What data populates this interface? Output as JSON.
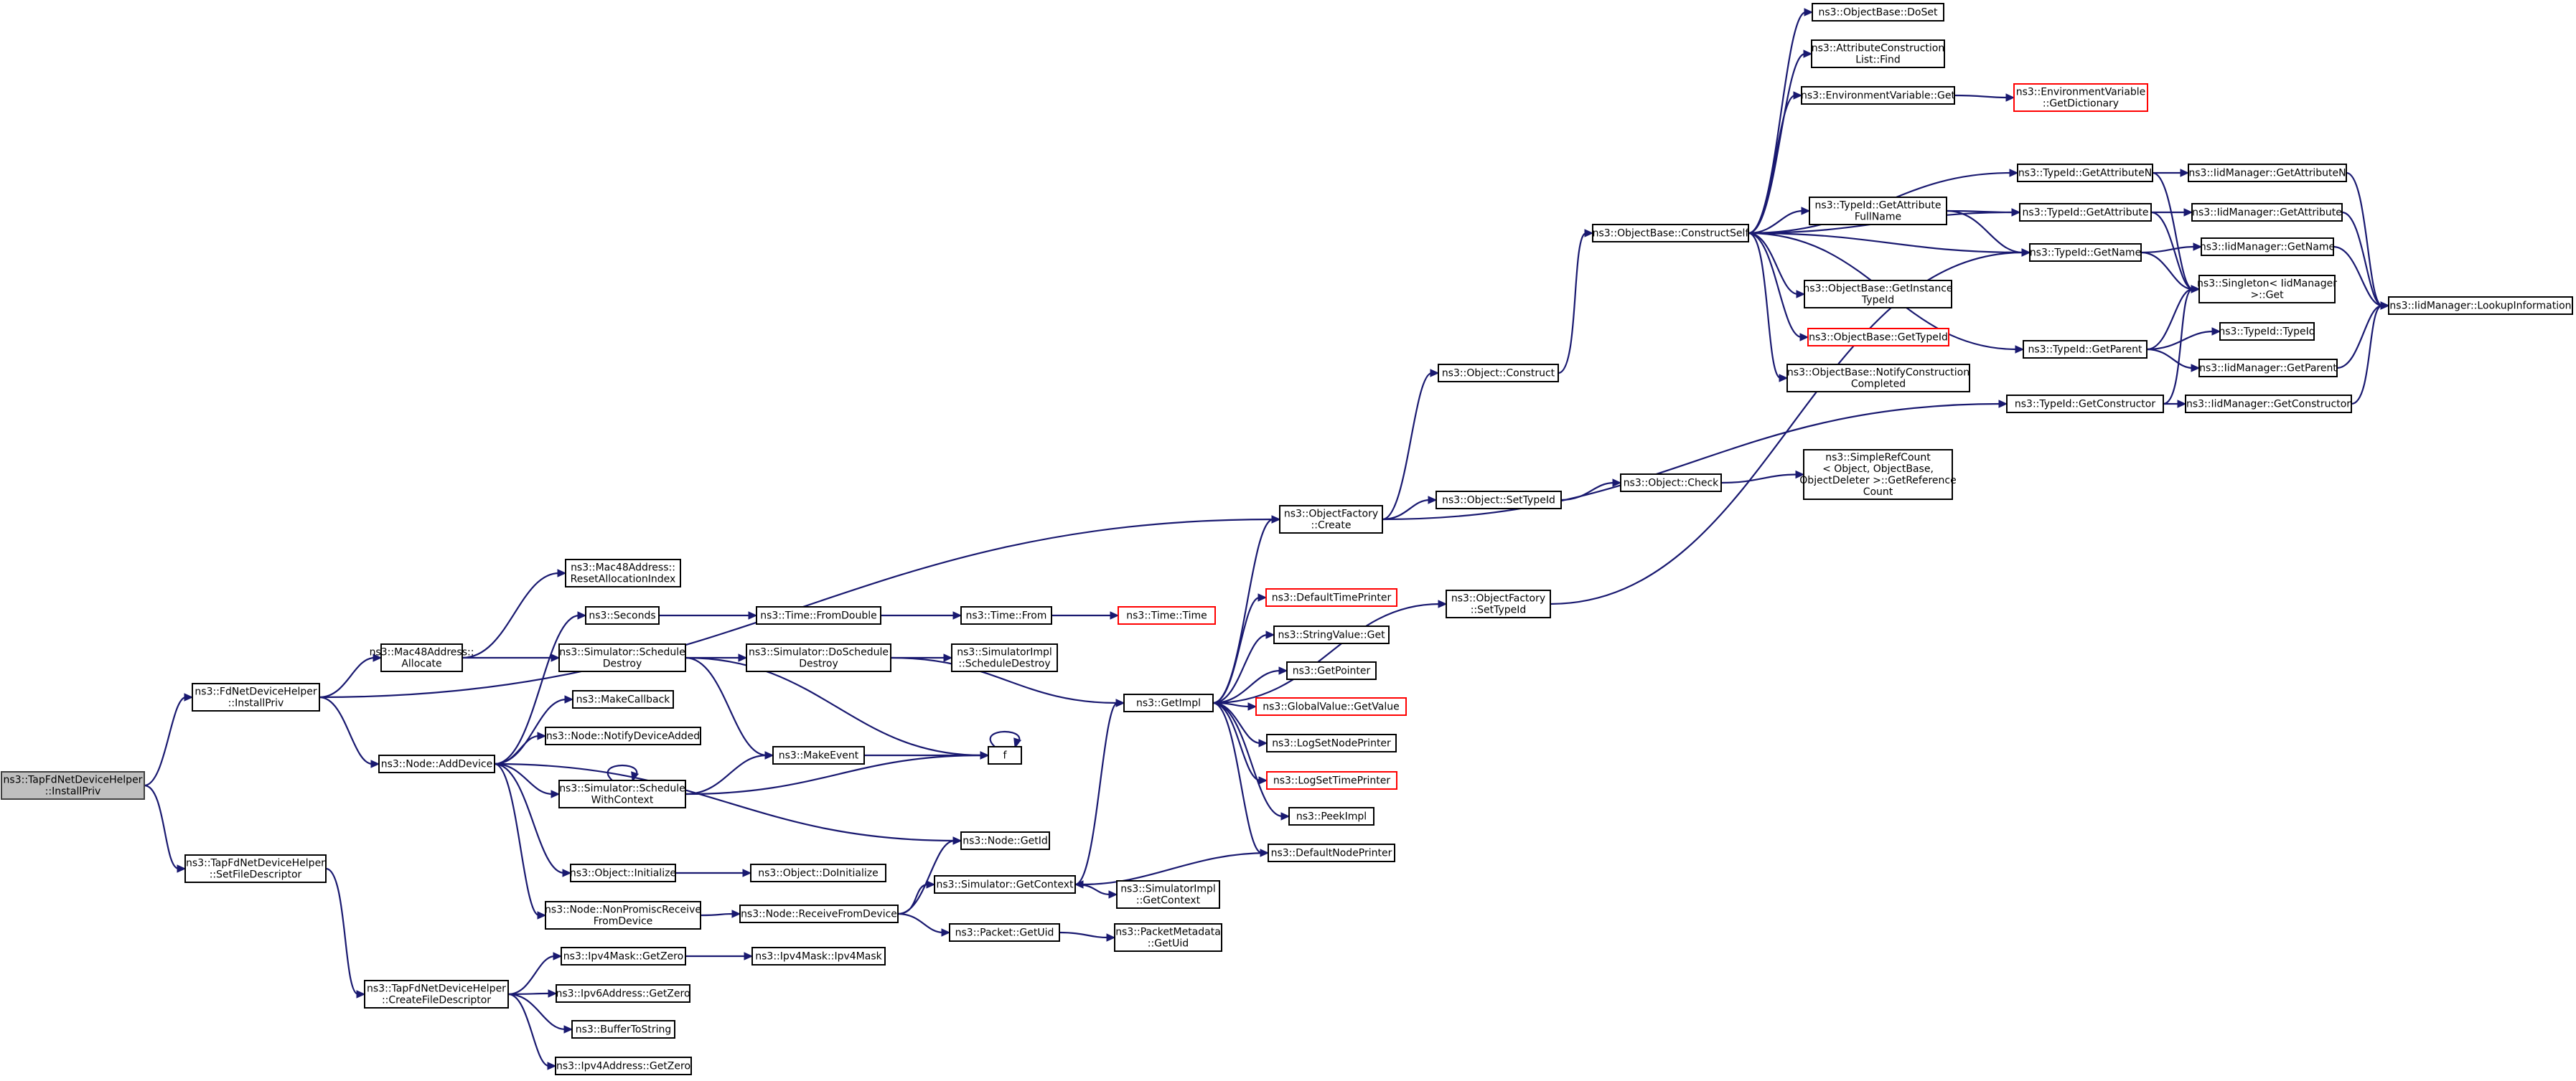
{
  "colors": {
    "edge": "#191970",
    "root_fill": "#bfbfbf",
    "truncated_border": "#ff0000",
    "node_border": "#000000",
    "background": "#ffffff"
  },
  "nodes": [
    {
      "id": "root",
      "lines": [
        "ns3::TapFdNetDeviceHelper",
        "::InstallPriv"
      ],
      "kind": "root"
    },
    {
      "id": "fd_install",
      "lines": [
        "ns3::FdNetDeviceHelper",
        "::InstallPriv"
      ]
    },
    {
      "id": "tap_setfd",
      "lines": [
        "ns3::TapFdNetDeviceHelper",
        "::SetFileDescriptor"
      ]
    },
    {
      "id": "tap_createfd",
      "lines": [
        "ns3::TapFdNetDeviceHelper",
        "::CreateFileDescriptor"
      ]
    },
    {
      "id": "mac_alloc",
      "lines": [
        "ns3::Mac48Address::",
        "Allocate"
      ]
    },
    {
      "id": "node_adddev",
      "lines": [
        "ns3::Node::AddDevice"
      ]
    },
    {
      "id": "mac_reset",
      "lines": [
        "ns3::Mac48Address::",
        "ResetAllocationIndex"
      ]
    },
    {
      "id": "seconds",
      "lines": [
        "ns3::Seconds"
      ]
    },
    {
      "id": "sim_sched_destroy",
      "lines": [
        "ns3::Simulator::Schedule",
        "Destroy"
      ]
    },
    {
      "id": "makecallback",
      "lines": [
        "ns3::MakeCallback"
      ]
    },
    {
      "id": "notify_dev_added",
      "lines": [
        "ns3::Node::NotifyDeviceAdded"
      ]
    },
    {
      "id": "sched_ctx",
      "lines": [
        "ns3::Simulator::Schedule",
        "WithContext"
      ]
    },
    {
      "id": "obj_init",
      "lines": [
        "ns3::Object::Initialize"
      ]
    },
    {
      "id": "nonpromisc",
      "lines": [
        "ns3::Node::NonPromiscReceive",
        "FromDevice"
      ]
    },
    {
      "id": "ipv4mask_zero",
      "lines": [
        "ns3::Ipv4Mask::GetZero"
      ]
    },
    {
      "id": "ipv6_zero",
      "lines": [
        "ns3::Ipv6Address::GetZero"
      ]
    },
    {
      "id": "buf2str",
      "lines": [
        "ns3::BufferToString"
      ]
    },
    {
      "id": "ipv4addr_zero",
      "lines": [
        "ns3::Ipv4Address::GetZero"
      ]
    },
    {
      "id": "time_fromdouble",
      "lines": [
        "ns3::Time::FromDouble"
      ]
    },
    {
      "id": "sim_doschedule",
      "lines": [
        "ns3::Simulator::DoSchedule",
        "Destroy"
      ]
    },
    {
      "id": "makeevent",
      "lines": [
        "ns3::MakeEvent"
      ]
    },
    {
      "id": "obj_doinit",
      "lines": [
        "ns3::Object::DoInitialize"
      ]
    },
    {
      "id": "node_recv",
      "lines": [
        "ns3::Node::ReceiveFromDevice"
      ]
    },
    {
      "id": "ipv4mask_ctor",
      "lines": [
        "ns3::Ipv4Mask::Ipv4Mask"
      ]
    },
    {
      "id": "time_from",
      "lines": [
        "ns3::Time::From"
      ]
    },
    {
      "id": "simimpl_destroy",
      "lines": [
        "ns3::SimulatorImpl",
        "::ScheduleDestroy"
      ]
    },
    {
      "id": "f",
      "lines": [
        "f"
      ]
    },
    {
      "id": "node_getid",
      "lines": [
        "ns3::Node::GetId"
      ]
    },
    {
      "id": "sim_getctx",
      "lines": [
        "ns3::Simulator::GetContext"
      ]
    },
    {
      "id": "packet_uid",
      "lines": [
        "ns3::Packet::GetUid"
      ]
    },
    {
      "id": "time_time",
      "lines": [
        "ns3::Time::Time"
      ],
      "kind": "truncated"
    },
    {
      "id": "getimpl",
      "lines": [
        "ns3::GetImpl"
      ]
    },
    {
      "id": "simimpl_getctx",
      "lines": [
        "ns3::SimulatorImpl",
        "::GetContext"
      ]
    },
    {
      "id": "pktmeta_uid",
      "lines": [
        "ns3::PacketMetadata",
        "::GetUid"
      ]
    },
    {
      "id": "objfactory_create",
      "lines": [
        "ns3::ObjectFactory",
        "::Create"
      ]
    },
    {
      "id": "def_time_printer",
      "lines": [
        "ns3::DefaultTimePrinter"
      ],
      "kind": "truncated"
    },
    {
      "id": "stringvalue_get",
      "lines": [
        "ns3::StringValue::Get"
      ]
    },
    {
      "id": "getpointer",
      "lines": [
        "ns3::GetPointer"
      ]
    },
    {
      "id": "globalvalue_get",
      "lines": [
        "ns3::GlobalValue::GetValue"
      ],
      "kind": "truncated"
    },
    {
      "id": "logset_node",
      "lines": [
        "ns3::LogSetNodePrinter"
      ]
    },
    {
      "id": "logset_time",
      "lines": [
        "ns3::LogSetTimePrinter"
      ],
      "kind": "truncated"
    },
    {
      "id": "peekimpl",
      "lines": [
        "ns3::PeekImpl"
      ]
    },
    {
      "id": "def_node_printer",
      "lines": [
        "ns3::DefaultNodePrinter"
      ]
    },
    {
      "id": "obj_construct",
      "lines": [
        "ns3::Object::Construct"
      ]
    },
    {
      "id": "obj_settypeid",
      "lines": [
        "ns3::Object::SetTypeId"
      ]
    },
    {
      "id": "objfactory_settypeid",
      "lines": [
        "ns3::ObjectFactory",
        "::SetTypeId"
      ]
    },
    {
      "id": "construct_self",
      "lines": [
        "ns3::ObjectBase::ConstructSelf"
      ]
    },
    {
      "id": "obj_check",
      "lines": [
        "ns3::Object::Check"
      ]
    },
    {
      "id": "obj_doset",
      "lines": [
        "ns3::ObjectBase::DoSet"
      ]
    },
    {
      "id": "attr_find",
      "lines": [
        "ns3::AttributeConstruction",
        "List::Find"
      ]
    },
    {
      "id": "envvar_get",
      "lines": [
        "ns3::EnvironmentVariable::Get"
      ]
    },
    {
      "id": "typeid_getattrfull",
      "lines": [
        "ns3::TypeId::GetAttribute",
        "FullName"
      ]
    },
    {
      "id": "objbase_getinst",
      "lines": [
        "ns3::ObjectBase::GetInstance",
        "TypeId"
      ]
    },
    {
      "id": "objbase_gettypeid",
      "lines": [
        "ns3::ObjectBase::GetTypeId"
      ],
      "kind": "truncated"
    },
    {
      "id": "objbase_notify",
      "lines": [
        "ns3::ObjectBase::NotifyConstruction",
        "Completed"
      ]
    },
    {
      "id": "simplerefcount",
      "lines": [
        "ns3::SimpleRefCount",
        "< Object, ObjectBase,",
        "ObjectDeleter >::GetReference",
        "Count"
      ]
    },
    {
      "id": "envvar_dict",
      "lines": [
        "ns3::EnvironmentVariable",
        "::GetDictionary"
      ],
      "kind": "truncated"
    },
    {
      "id": "typeid_getattrn",
      "lines": [
        "ns3::TypeId::GetAttributeN"
      ]
    },
    {
      "id": "typeid_getattr",
      "lines": [
        "ns3::TypeId::GetAttribute"
      ]
    },
    {
      "id": "typeid_getname",
      "lines": [
        "ns3::TypeId::GetName"
      ]
    },
    {
      "id": "typeid_getparent",
      "lines": [
        "ns3::TypeId::GetParent"
      ]
    },
    {
      "id": "typeid_getctor",
      "lines": [
        "ns3::TypeId::GetConstructor"
      ]
    },
    {
      "id": "iid_getattrn",
      "lines": [
        "ns3::IidManager::GetAttributeN"
      ]
    },
    {
      "id": "iid_getattr",
      "lines": [
        "ns3::IidManager::GetAttribute"
      ]
    },
    {
      "id": "iid_getname",
      "lines": [
        "ns3::IidManager::GetName"
      ]
    },
    {
      "id": "singleton_get",
      "lines": [
        "ns3::Singleton< IidManager",
        "  >::Get"
      ]
    },
    {
      "id": "typeid_ctor",
      "lines": [
        "ns3::TypeId::TypeId"
      ]
    },
    {
      "id": "iid_getparent",
      "lines": [
        "ns3::IidManager::GetParent"
      ]
    },
    {
      "id": "iid_getctor",
      "lines": [
        "ns3::IidManager::GetConstructor"
      ]
    },
    {
      "id": "iid_lookup",
      "lines": [
        "ns3::IidManager::LookupInformation"
      ]
    }
  ],
  "edges": [
    [
      "root",
      "fd_install"
    ],
    [
      "root",
      "tap_setfd"
    ],
    [
      "tap_setfd",
      "tap_createfd"
    ],
    [
      "fd_install",
      "mac_alloc"
    ],
    [
      "fd_install",
      "node_adddev"
    ],
    [
      "fd_install",
      "objfactory_create"
    ],
    [
      "mac_alloc",
      "mac_reset"
    ],
    [
      "mac_alloc",
      "sim_sched_destroy"
    ],
    [
      "node_adddev",
      "seconds"
    ],
    [
      "node_adddev",
      "makecallback"
    ],
    [
      "node_adddev",
      "notify_dev_added"
    ],
    [
      "node_adddev",
      "sched_ctx"
    ],
    [
      "node_adddev",
      "obj_init"
    ],
    [
      "node_adddev",
      "nonpromisc"
    ],
    [
      "node_adddev",
      "node_getid"
    ],
    [
      "tap_createfd",
      "ipv4mask_zero"
    ],
    [
      "tap_createfd",
      "ipv6_zero"
    ],
    [
      "tap_createfd",
      "buf2str"
    ],
    [
      "tap_createfd",
      "ipv4addr_zero"
    ],
    [
      "ipv4mask_zero",
      "ipv4mask_ctor"
    ],
    [
      "seconds",
      "time_fromdouble"
    ],
    [
      "time_fromdouble",
      "time_from"
    ],
    [
      "time_from",
      "time_time"
    ],
    [
      "sim_sched_destroy",
      "sim_doschedule"
    ],
    [
      "sim_sched_destroy",
      "makeevent"
    ],
    [
      "sim_sched_destroy",
      "f"
    ],
    [
      "sim_doschedule",
      "simimpl_destroy"
    ],
    [
      "sim_doschedule",
      "getimpl"
    ],
    [
      "sched_ctx",
      "sched_ctx"
    ],
    [
      "sched_ctx",
      "makeevent"
    ],
    [
      "sched_ctx",
      "f"
    ],
    [
      "makeevent",
      "f"
    ],
    [
      "f",
      "f"
    ],
    [
      "obj_init",
      "obj_doinit"
    ],
    [
      "nonpromisc",
      "node_recv"
    ],
    [
      "node_recv",
      "node_getid"
    ],
    [
      "node_recv",
      "sim_getctx"
    ],
    [
      "node_recv",
      "packet_uid"
    ],
    [
      "sim_getctx",
      "getimpl"
    ],
    [
      "sim_getctx",
      "simimpl_getctx"
    ],
    [
      "packet_uid",
      "pktmeta_uid"
    ],
    [
      "getimpl",
      "objfactory_create"
    ],
    [
      "getimpl",
      "def_time_printer"
    ],
    [
      "getimpl",
      "stringvalue_get"
    ],
    [
      "getimpl",
      "getpointer"
    ],
    [
      "getimpl",
      "globalvalue_get"
    ],
    [
      "getimpl",
      "logset_node"
    ],
    [
      "getimpl",
      "logset_time"
    ],
    [
      "getimpl",
      "peekimpl"
    ],
    [
      "getimpl",
      "def_node_printer"
    ],
    [
      "getimpl",
      "objfactory_settypeid"
    ],
    [
      "def_node_printer",
      "sim_getctx"
    ],
    [
      "objfactory_create",
      "obj_construct"
    ],
    [
      "objfactory_create",
      "obj_settypeid"
    ],
    [
      "objfactory_create",
      "typeid_getctor"
    ],
    [
      "obj_settypeid",
      "obj_check"
    ],
    [
      "obj_check",
      "simplerefcount"
    ],
    [
      "obj_construct",
      "construct_self"
    ],
    [
      "objfactory_settypeid",
      "typeid_getname"
    ],
    [
      "construct_self",
      "obj_doset"
    ],
    [
      "construct_self",
      "attr_find"
    ],
    [
      "construct_self",
      "envvar_get"
    ],
    [
      "construct_self",
      "typeid_getattrn"
    ],
    [
      "construct_self",
      "typeid_getattrfull"
    ],
    [
      "construct_self",
      "typeid_getattr"
    ],
    [
      "construct_self",
      "typeid_getname"
    ],
    [
      "construct_self",
      "objbase_getinst"
    ],
    [
      "construct_self",
      "objbase_gettypeid"
    ],
    [
      "construct_self",
      "objbase_notify"
    ],
    [
      "construct_self",
      "typeid_getparent"
    ],
    [
      "envvar_get",
      "envvar_dict"
    ],
    [
      "typeid_getattrfull",
      "typeid_getattr"
    ],
    [
      "typeid_getattrfull",
      "typeid_getname"
    ],
    [
      "typeid_getattrn",
      "iid_getattrn"
    ],
    [
      "typeid_getattrn",
      "singleton_get"
    ],
    [
      "typeid_getattr",
      "iid_getattr"
    ],
    [
      "typeid_getattr",
      "singleton_get"
    ],
    [
      "typeid_getname",
      "iid_getname"
    ],
    [
      "typeid_getname",
      "singleton_get"
    ],
    [
      "typeid_getparent",
      "singleton_get"
    ],
    [
      "typeid_getparent",
      "typeid_ctor"
    ],
    [
      "typeid_getparent",
      "iid_getparent"
    ],
    [
      "typeid_getctor",
      "singleton_get"
    ],
    [
      "typeid_getctor",
      "iid_getctor"
    ],
    [
      "iid_getattrn",
      "iid_lookup"
    ],
    [
      "iid_getattr",
      "iid_lookup"
    ],
    [
      "iid_getname",
      "iid_lookup"
    ],
    [
      "iid_getparent",
      "iid_lookup"
    ],
    [
      "iid_getctor",
      "iid_lookup"
    ]
  ]
}
